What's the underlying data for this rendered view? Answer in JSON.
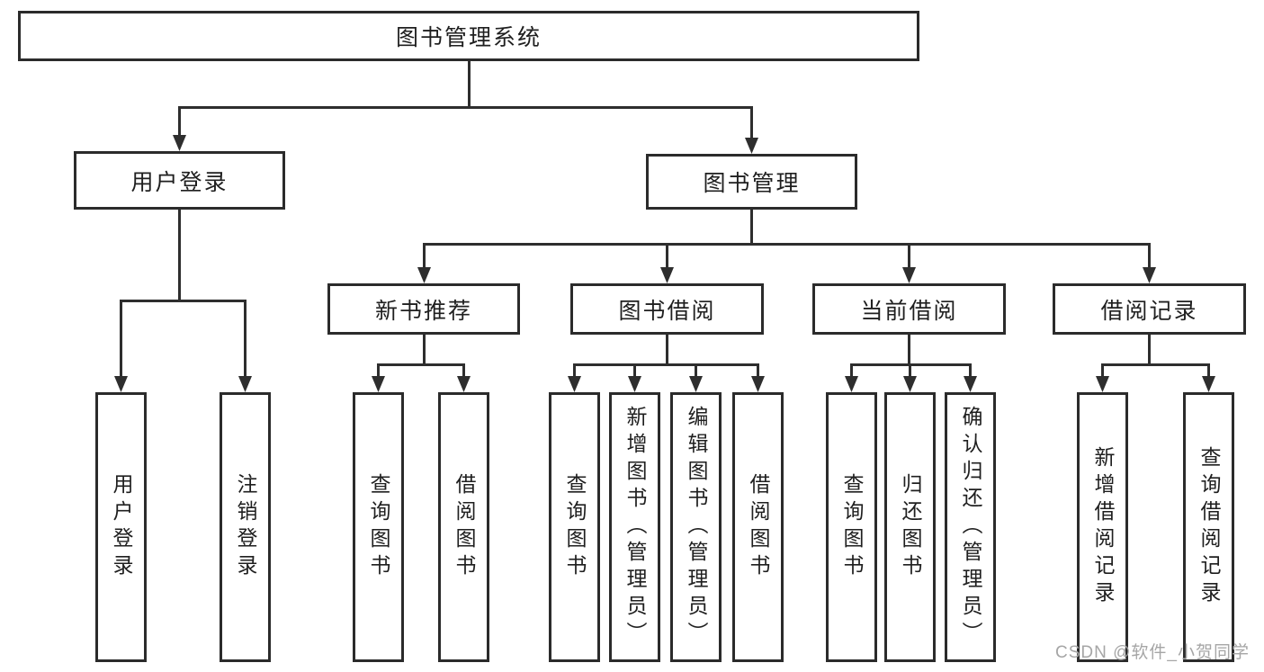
{
  "diagram": {
    "title": "图书管理系统",
    "level2": {
      "user_login": "用户登录",
      "book_management": "图书管理"
    },
    "level3": {
      "new_books": "新书推荐",
      "book_borrow": "图书借阅",
      "current_borrow": "当前借阅",
      "borrow_records": "借阅记录"
    },
    "leaves": {
      "login": "用户登录",
      "logout": "注销登录",
      "rec_query": "查询图书",
      "rec_borrow": "借阅图书",
      "borrow_query": "查询图书",
      "borrow_add": "新增图书（管理员）",
      "borrow_edit": "编辑图书（管理员）",
      "borrow_borrow": "借阅图书",
      "current_query": "查询图书",
      "current_return": "归还图书",
      "current_confirm": "确认归还（管理员）",
      "records_add": "新增借阅记录",
      "records_query": "查询借阅记录"
    }
  },
  "watermark": "CSDN @软件_小贺同学",
  "colors": {
    "line": "#2e2e2e",
    "box_border": "#2b2b2b",
    "text": "#1f1f1f",
    "watermark": "#a6a6a6",
    "background": "#ffffff"
  }
}
